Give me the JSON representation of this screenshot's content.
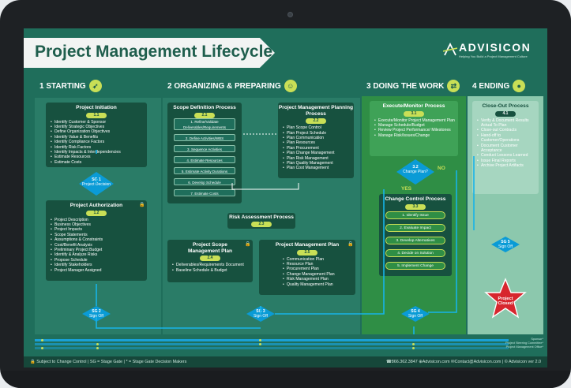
{
  "title": "Project Management Lifecycle",
  "brand": {
    "name": "ADVISICON",
    "tagline": "Helping You Build a Project Management Culture"
  },
  "phases": [
    {
      "label": "1 STARTING",
      "icon": "rocket-icon"
    },
    {
      "label": "2 ORGANIZING & PREPARING",
      "icon": "people-icon"
    },
    {
      "label": "3 DOING THE WORK",
      "icon": "toggle-icon"
    },
    {
      "label": "4 ENDING",
      "icon": "pin-icon"
    }
  ],
  "initiation": {
    "title": "Project Initiation",
    "num": "1.1",
    "items": [
      "Identify Customer & Sponsor",
      "Identify Strategic Objectives",
      "Define Organization Objectives",
      "Identify Value & Benefits",
      "Identify Compliance Factors",
      "Identify Risk Factors",
      "Identify Impacts & Interdependencies",
      "Estimate Resources",
      "Estimate Costs"
    ]
  },
  "sg1": {
    "code": "SG 1",
    "label": "Project Decision"
  },
  "authorization": {
    "title": "Project Authorization",
    "num": "1.2",
    "items": [
      "Project Description",
      "Business Objectives",
      "Project Impacts",
      "Scope Statements",
      "Assumptions & Constraints",
      "Cost/Benefit Analysis",
      "Preliminary Project Budget",
      "Identify & Analyze Risks",
      "Propose Schedule",
      "Identify Stakeholders",
      "Project Manager Assigned"
    ]
  },
  "sg2": {
    "code": "SG 2",
    "label": "Sign Off"
  },
  "scope_def": {
    "title": "Scope Definition Process",
    "num": "2.1",
    "steps": [
      "1. Refine/Validate Deliverables/Requirements",
      "2. Define Activities/WBS",
      "3. Sequence Activities",
      "4. Estimate Resources",
      "5. Estimate Activity Durations",
      "6. Develop Schedule",
      "7. Estimate Costs"
    ]
  },
  "pm_planning": {
    "title": "Project Management Planning Process",
    "num": "2.2",
    "items": [
      "Plan Scope Control",
      "Plan Project Schedule",
      "Plan Communication",
      "Plan Resources",
      "Plan Procurement",
      "Plan Change Management",
      "Plan Risk Management",
      "Plan Quality Management",
      "Plan Cost Management"
    ]
  },
  "risk": {
    "title": "Risk Assessment Process",
    "num": "2.3"
  },
  "scope_mgmt": {
    "title": "Project Scope Management Plan",
    "num": "2.4",
    "items": [
      "Deliverables/Requirements Document",
      "Baseline Schedule & Budget"
    ]
  },
  "pm_plan": {
    "title": "Project Management Plan",
    "num": "2.5",
    "items": [
      "Communication Plan",
      "Resource Plan",
      "Procurement Plan",
      "Change Management Plan",
      "Risk Management Plan",
      "Quality Management Plan"
    ]
  },
  "sg3": {
    "code": "SG 3",
    "label": "Sign Off"
  },
  "execute": {
    "title": "Execute/Monitor Process",
    "num": "3.1",
    "items": [
      "Execute/Monitor Project Management Plan",
      "Manage Schedule/Budget",
      "Review Project Performance/ Milestones",
      "Manage Risk/Issues/Change"
    ]
  },
  "change_q": {
    "num": "3.2",
    "label": "Change Plan?",
    "no": "NO",
    "yes": "YES"
  },
  "change_ctrl": {
    "title": "Change Control Process",
    "num": "3.3",
    "steps": [
      "1. Identify Issue",
      "2. Evaluate Impact",
      "3. Develop Alternatives",
      "4. Decide on Solution",
      "5. Implement Change"
    ]
  },
  "sg4": {
    "code": "SG 4",
    "label": "Sign Off"
  },
  "closeout": {
    "title": "Close-Out Process",
    "num": "4.1",
    "items": [
      "Verify & Document Results Actual To Plan",
      "Close-out Contracts",
      "Hand-off to Customer/Operations",
      "Document Customer Acceptance",
      "Conduct Lessons Learned",
      "Issue Final Reports",
      "Archive Project Artifacts"
    ]
  },
  "sg5": {
    "code": "SG 5",
    "label": "Sign Off"
  },
  "closed": "Project Closed",
  "timeline": [
    "Sponsor*",
    "Project Steering Committee*",
    "Project Management Office*"
  ],
  "footer": {
    "left": "Subject to Change Control | SG = Stage Gate | * = Stage Gate Decision Makers",
    "phone": "866.362.3847",
    "web": "Advisicon.com",
    "email": "Contact@Advisicon.com | © Advisicon ver 2.0"
  },
  "colors": {
    "bg": "#1f6e5b",
    "dark_box": "#17513f",
    "accent": "#c9df56",
    "gate": "#0a9bd6",
    "doing": "#2f8e45",
    "ending": "#8cc8ad",
    "closed": "#d7262e"
  }
}
